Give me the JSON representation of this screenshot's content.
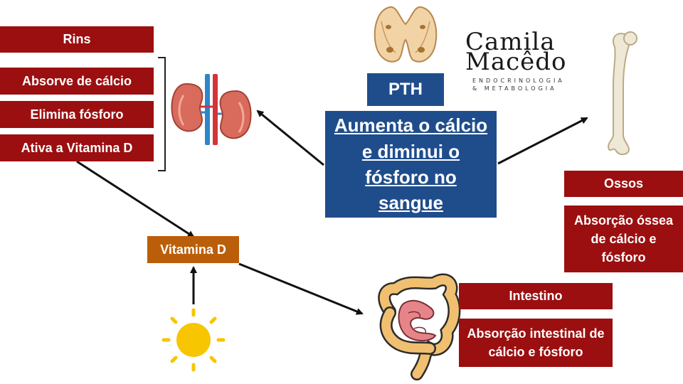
{
  "kidney_group": {
    "title": "Rins",
    "items": [
      "Absorve de cálcio",
      "Elimina fósforo",
      "Ativa a Vitamina D"
    ]
  },
  "pth": {
    "label": "PTH",
    "description": "Aumenta o cálcio e diminui o fósforo no sangue"
  },
  "logo": {
    "line1": "Camila",
    "line2": "Macêdo",
    "sub1": "ENDOCRINOLOGIA",
    "sub2": "& METABOLOGIA"
  },
  "bone_group": {
    "title": "Ossos",
    "description": "Absorção óssea de cálcio e fósforo"
  },
  "vitamin_d": {
    "label": "Vitamina D"
  },
  "intestine_group": {
    "title": "Intestino",
    "description": "Absorção intestinal de cálcio e fósforo"
  },
  "colors": {
    "red": "#9b0f10",
    "blue": "#1f4d8c",
    "orange": "#bb5e0a",
    "sun": "#f7c600"
  },
  "icons": [
    "thyroid-icon",
    "kidney-icon",
    "bone-icon",
    "sun-icon",
    "intestine-icon"
  ]
}
